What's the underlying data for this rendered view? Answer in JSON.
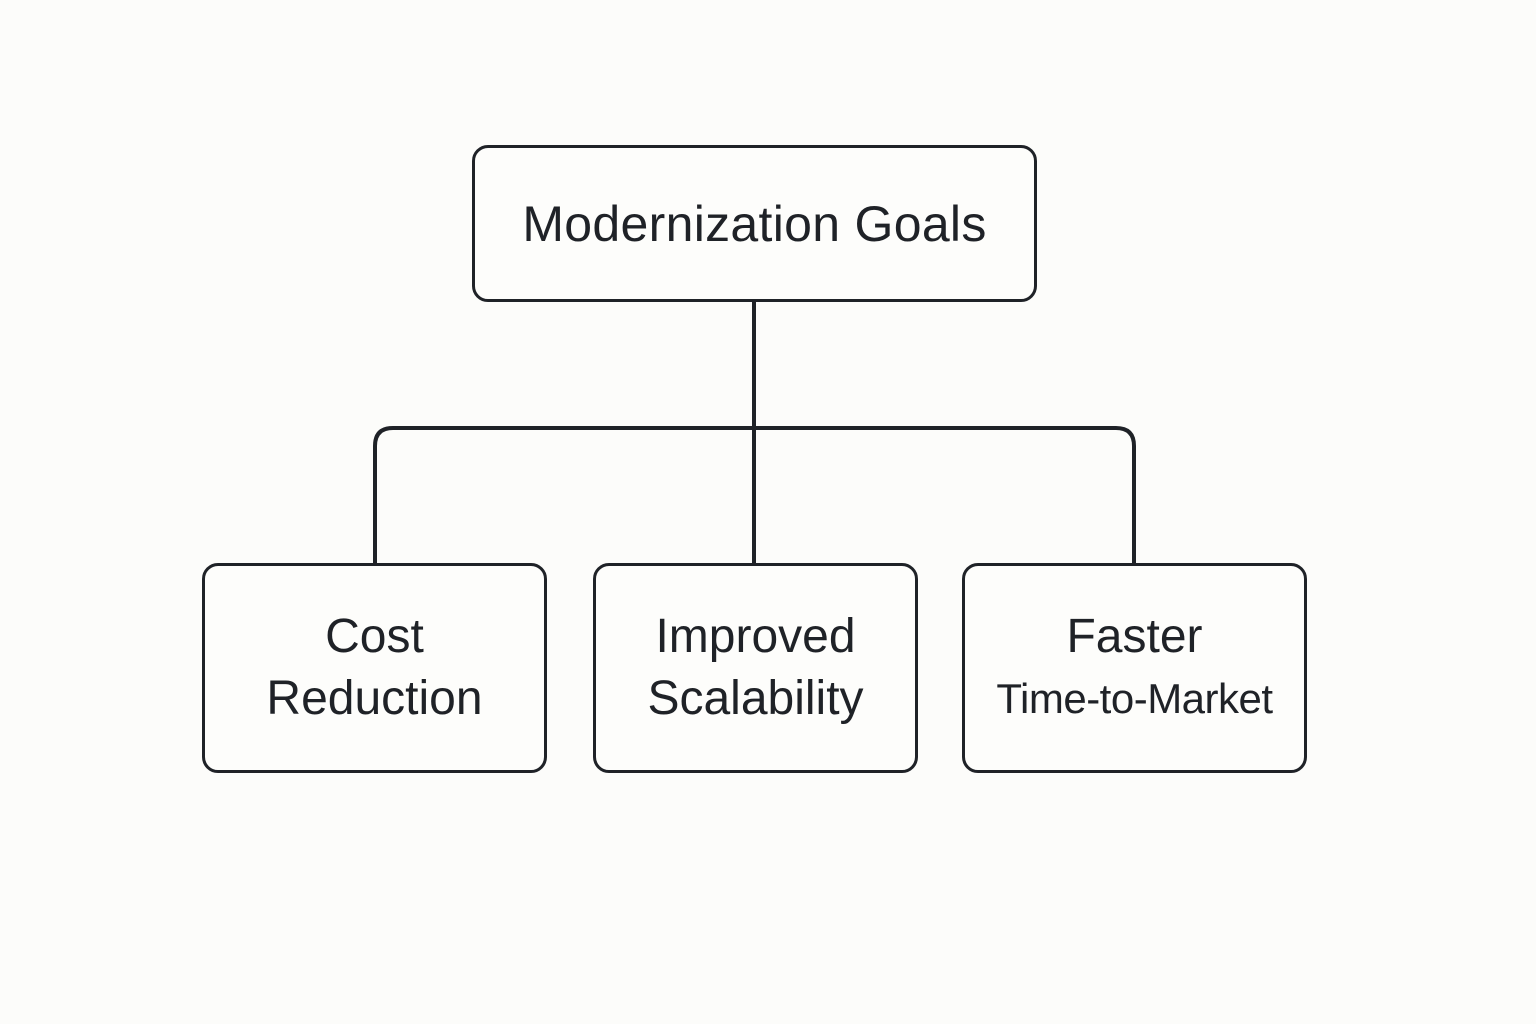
{
  "diagram": {
    "root": {
      "label": "Modernization Goals"
    },
    "children": [
      {
        "line1": "Cost",
        "line2": "Reduction"
      },
      {
        "line1": "Improved",
        "line2": "Scalability"
      },
      {
        "line1": "Faster",
        "line2": "Time-to-Market"
      }
    ],
    "colors": {
      "stroke": "#1f2227",
      "background": "#fcfcfa",
      "text": "#1f2227"
    }
  }
}
